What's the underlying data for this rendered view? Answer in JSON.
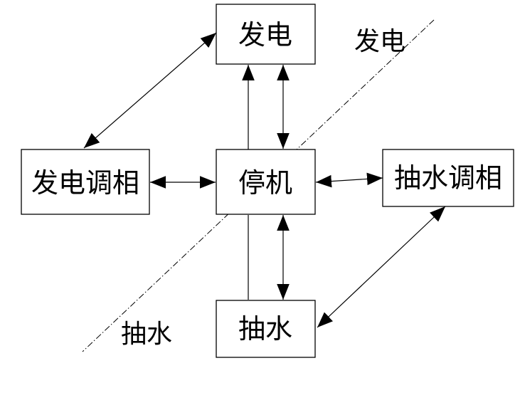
{
  "nodes": {
    "generate": "发电",
    "gen_phase": "发电调相",
    "stop": "停机",
    "pump_phase": "抽水调相",
    "pump": "抽水"
  },
  "regions": {
    "upper": "发电",
    "lower": "抽水"
  },
  "colors": {
    "line": "#000000",
    "background": "#ffffff"
  }
}
